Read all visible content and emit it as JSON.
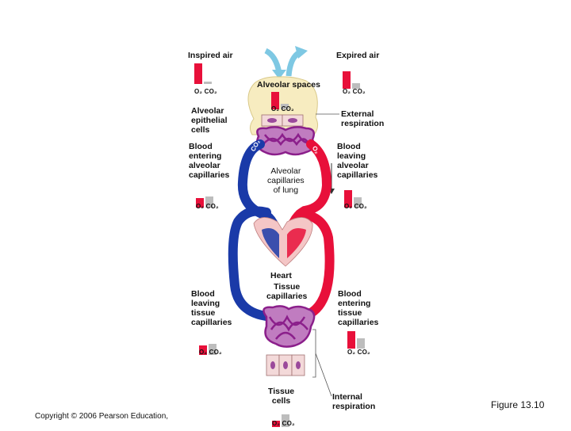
{
  "labels": {
    "inspired_air": "Inspired air",
    "expired_air": "Expired air",
    "alveolar_spaces": "Alveolar spaces",
    "alveolar_epithelial_cells": "Alveolar\nepithelial\ncells",
    "external_respiration": "External\nrespiration",
    "blood_entering_alveolar": "Blood\nentering\nalveolar\ncapillaries",
    "blood_leaving_alveolar": "Blood\nleaving\nalveolar\ncapillaries",
    "alveolar_capillaries": "Alveolar\ncapillaries\nof lung",
    "heart": "Heart",
    "tissue_capillaries": "Tissue\ncapillaries",
    "blood_leaving_tissue": "Blood\nleaving\ntissue\ncapillaries",
    "blood_entering_tissue": "Blood\nentering\ntissue\ncapillaries",
    "tissue_cells": "Tissue\ncells",
    "internal_respiration": "Internal\nrespiration"
  },
  "gas_legend": "O₂ CO₂",
  "gas_tags": {
    "co2": "CO₂",
    "o2": "O₂"
  },
  "figure_caption": "Figure 13.10",
  "copyright": "Copyright © 2006 Pearson Education,",
  "colors": {
    "oxygenated": "#e8103a",
    "deoxygenated": "#1a3aa8",
    "capillary": "#8b1f8b",
    "alveolus": "#f7ecc0",
    "heart": "#f4c6c6",
    "co2_bar": "#bdbdbd"
  },
  "gas_levels": {
    "inspired_air": {
      "o2": 1.0,
      "co2": 0.1
    },
    "expired_air": {
      "o2": 0.85,
      "co2": 0.25
    },
    "alveolar_spaces": {
      "o2": 0.85,
      "co2": 0.25
    },
    "blood_entering_alveolar": {
      "o2": 0.45,
      "co2": 0.55
    },
    "blood_leaving_alveolar": {
      "o2": 0.85,
      "co2": 0.5
    },
    "blood_leaving_tissue": {
      "o2": 0.45,
      "co2": 0.55
    },
    "blood_entering_tissue": {
      "o2": 0.85,
      "co2": 0.5
    },
    "tissue_cells": {
      "o2": 0.3,
      "co2": 0.6
    }
  }
}
